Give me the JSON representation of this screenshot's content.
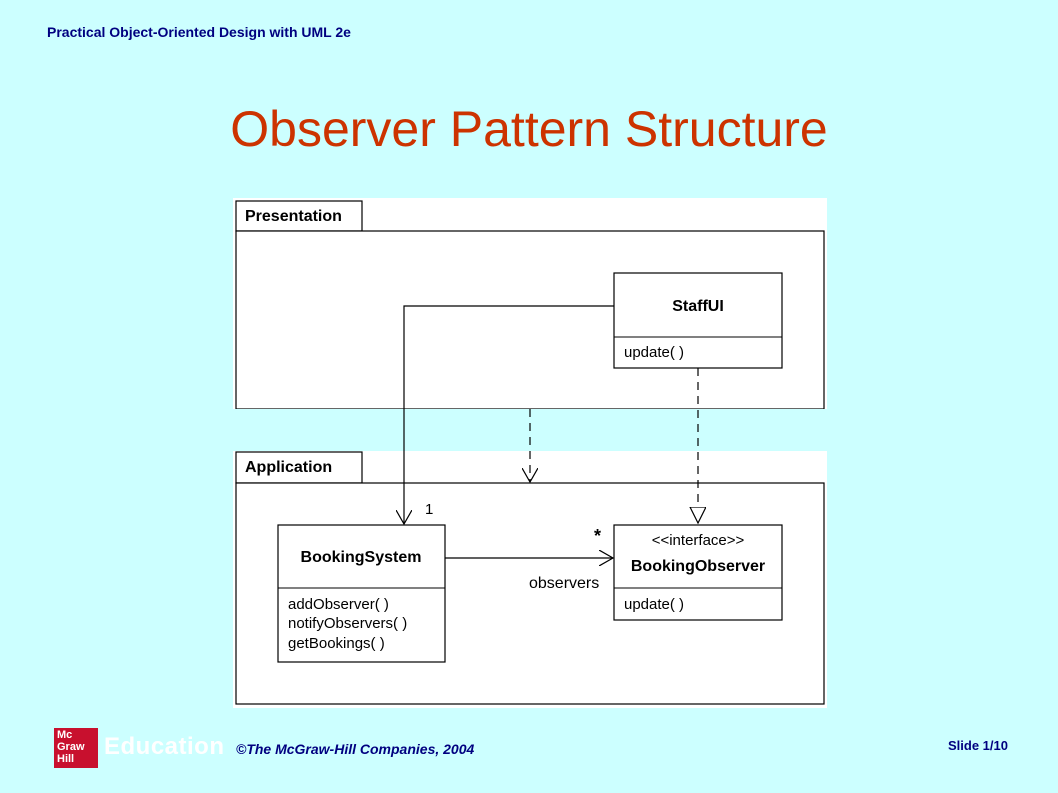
{
  "header": {
    "course_title": "Practical Object-Oriented Design with UML 2e"
  },
  "title": "Observer Pattern Structure",
  "diagram": {
    "packages": [
      {
        "name": "Presentation"
      },
      {
        "name": "Application"
      }
    ],
    "classes": [
      {
        "name": "StaffUI",
        "stereotype": "",
        "operations": [
          "update( )"
        ]
      },
      {
        "name": "BookingSystem",
        "stereotype": "",
        "operations": [
          "addObserver( )",
          "notifyObservers( )",
          "getBookings( )"
        ]
      },
      {
        "name": "BookingObserver",
        "stereotype": "<<interface>>",
        "operations": [
          "update( )"
        ]
      }
    ],
    "relationships": [
      {
        "type": "association",
        "from": "StaffUI",
        "to": "BookingSystem",
        "multiplicity": "1"
      },
      {
        "type": "association",
        "from": "BookingSystem",
        "to": "BookingObserver",
        "role": "observers",
        "multiplicity": "*"
      },
      {
        "type": "realization",
        "from": "StaffUI",
        "to": "BookingObserver"
      },
      {
        "type": "dependency",
        "from": "Presentation",
        "to": "Application"
      }
    ]
  },
  "footer": {
    "logo_lines": [
      "Mc",
      "Graw",
      "Hill"
    ],
    "logo_word": "Education",
    "copyright": "©The McGraw-Hill Companies, 2004",
    "slide": "Slide 1/10"
  }
}
